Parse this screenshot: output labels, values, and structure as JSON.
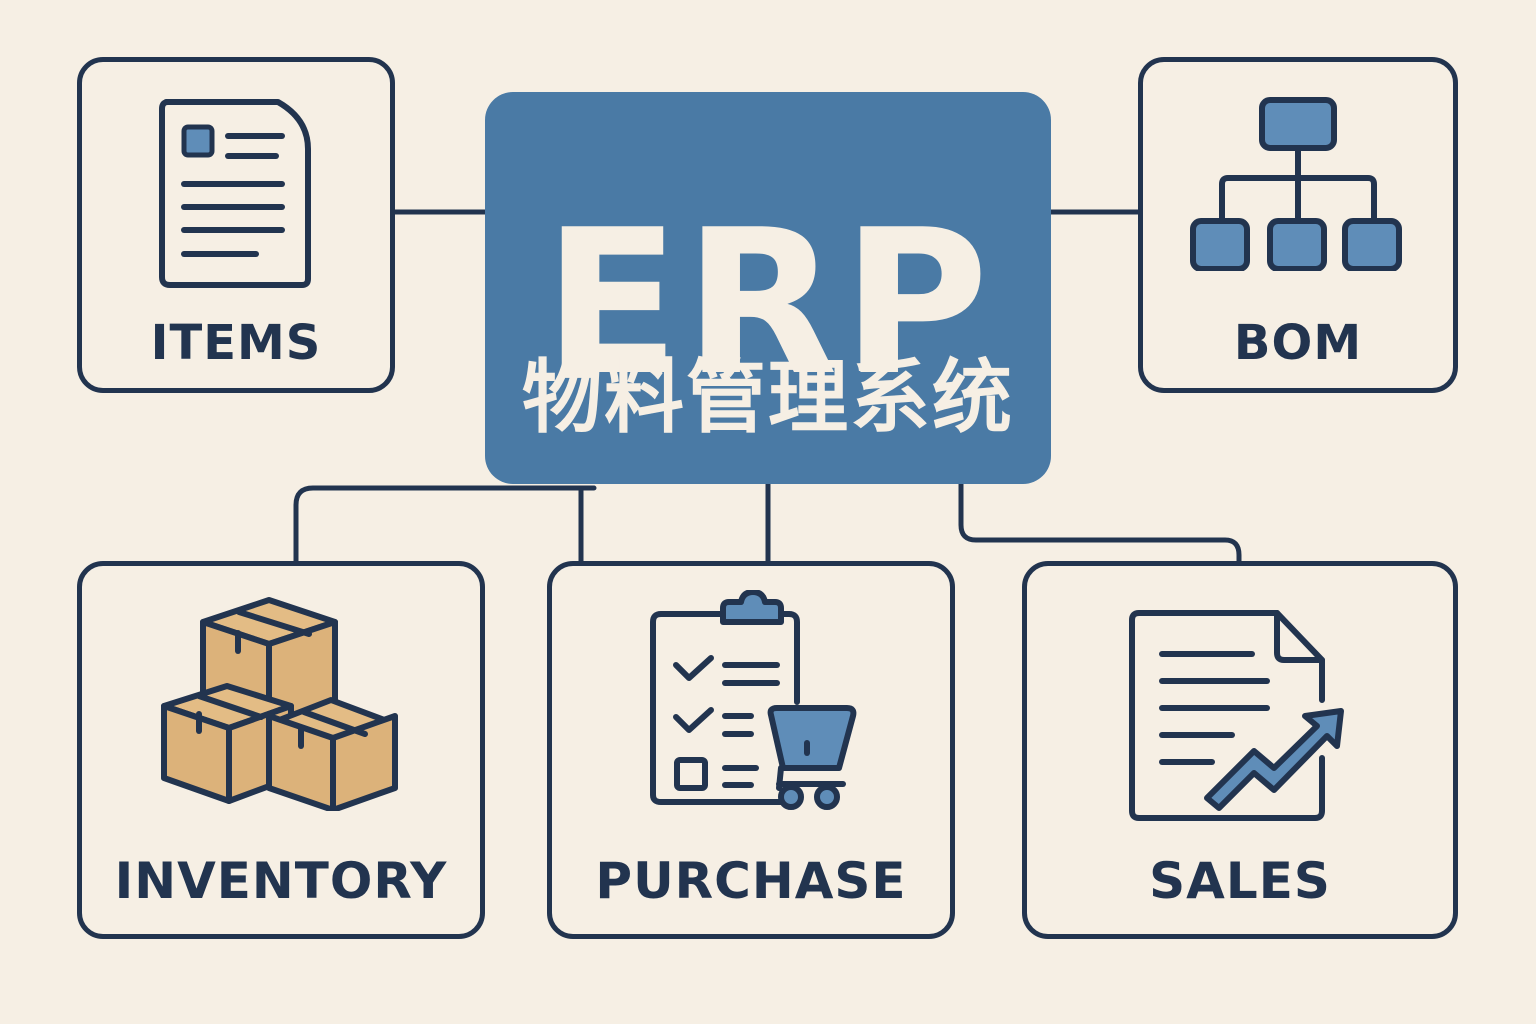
{
  "diagram": {
    "center": {
      "title": "ERP",
      "subtitle": "物料管理系统"
    },
    "modules": [
      {
        "id": "items",
        "label": "ITEMS",
        "icon": "document-list-icon"
      },
      {
        "id": "bom",
        "label": "BOM",
        "icon": "hierarchy-tree-icon"
      },
      {
        "id": "inventory",
        "label": "INVENTORY",
        "icon": "stacked-boxes-icon"
      },
      {
        "id": "purchase",
        "label": "PURCHASE",
        "icon": "clipboard-cart-icon"
      },
      {
        "id": "sales",
        "label": "SALES",
        "icon": "document-growth-chart-icon"
      }
    ],
    "connections": [
      {
        "from": "center",
        "to": "items"
      },
      {
        "from": "center",
        "to": "bom"
      },
      {
        "from": "center",
        "to": "inventory"
      },
      {
        "from": "center",
        "to": "purchase"
      },
      {
        "from": "center",
        "to": "sales"
      }
    ],
    "colors": {
      "background": "#f6efe4",
      "accent_blue": "#4a7aa5",
      "icon_fill_blue": "#5f8db8",
      "outline_navy": "#22344f",
      "box_tan": "#dcb27a"
    }
  }
}
